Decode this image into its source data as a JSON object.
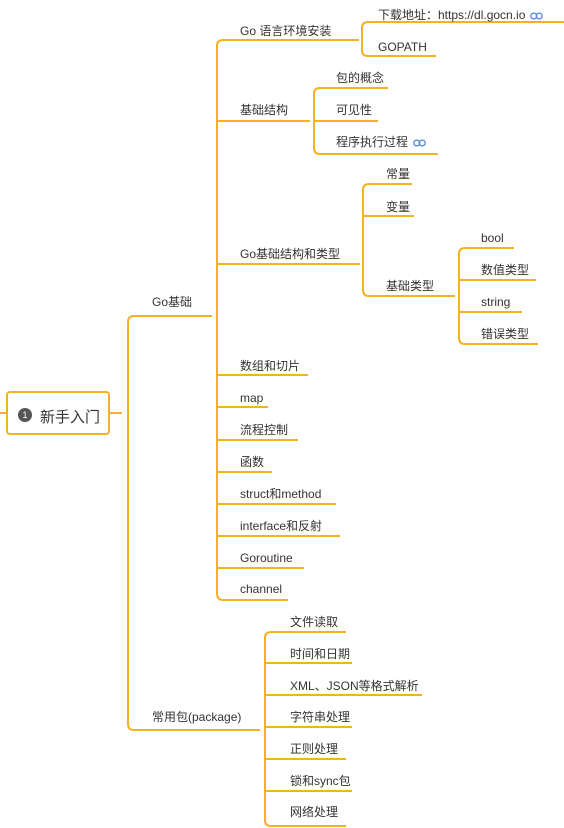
{
  "colors": {
    "connector": "#f4b223",
    "text": "#333333",
    "link_icon": "#5b8fd6",
    "badge": "#555555"
  },
  "root": {
    "badge": "1",
    "label": "新手入门"
  },
  "branches": {
    "go_basics": {
      "label": "Go基础",
      "env_setup": {
        "label": "Go 语言环境安装",
        "download": "下载地址：https://dl.gocn.io",
        "gopath": "GOPATH"
      },
      "basic_structure": {
        "label": "基础结构",
        "package_concept": "包的概念",
        "visibility": "可见性",
        "execution": "程序执行过程"
      },
      "structure_types": {
        "label": "Go基础结构和类型",
        "constant": "常量",
        "variable": "变量",
        "basic_types": {
          "label": "基础类型",
          "bool": "bool",
          "numeric": "数值类型",
          "string": "string",
          "error": "错误类型"
        }
      },
      "array_slice": "数组和切片",
      "map": "map",
      "flow_control": "流程控制",
      "function": "函数",
      "struct_method": "struct和method",
      "interface_reflect": "interface和反射",
      "goroutine": "Goroutine",
      "channel": "channel"
    },
    "packages": {
      "label": "常用包(package)",
      "file_read": "文件读取",
      "time_date": "时间和日期",
      "formats": "XML、JSON等格式解析",
      "string_proc": "字符串处理",
      "regex": "正则处理",
      "lock_sync": "锁和sync包",
      "network": "网络处理"
    }
  }
}
